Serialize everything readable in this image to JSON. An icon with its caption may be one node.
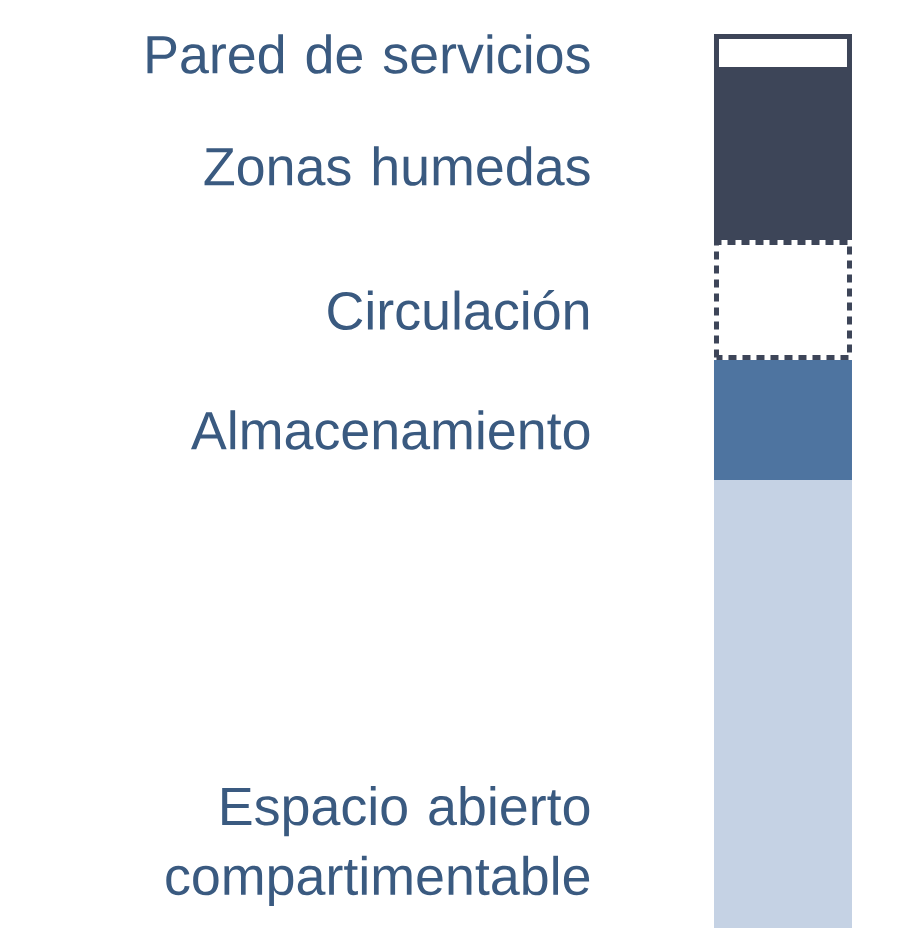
{
  "diagram": {
    "nodes": [
      {
        "text": [],
        "shape": "box",
        "beside": [
          "Pared de servicios"
        ]
      },
      {
        "text": [],
        "shape": "box",
        "beside": [
          "Zonas humedas"
        ]
      },
      {
        "text": [],
        "shape": "box",
        "beside": [
          "Circulación"
        ]
      },
      {
        "text": [],
        "shape": "box",
        "beside": [
          "Almacenamiento"
        ]
      },
      {
        "text": [],
        "shape": "box",
        "beside": [
          "Espacio abierto compartimentable"
        ]
      }
    ]
  }
}
